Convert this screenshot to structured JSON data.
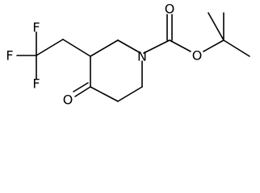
{
  "molecule": {
    "atoms": {
      "f_top": "F",
      "f_left": "F",
      "f_bottom": "F",
      "n_ring": "N",
      "o_ketone": "O",
      "o_carbonyl": "O",
      "o_ester": "O"
    }
  }
}
